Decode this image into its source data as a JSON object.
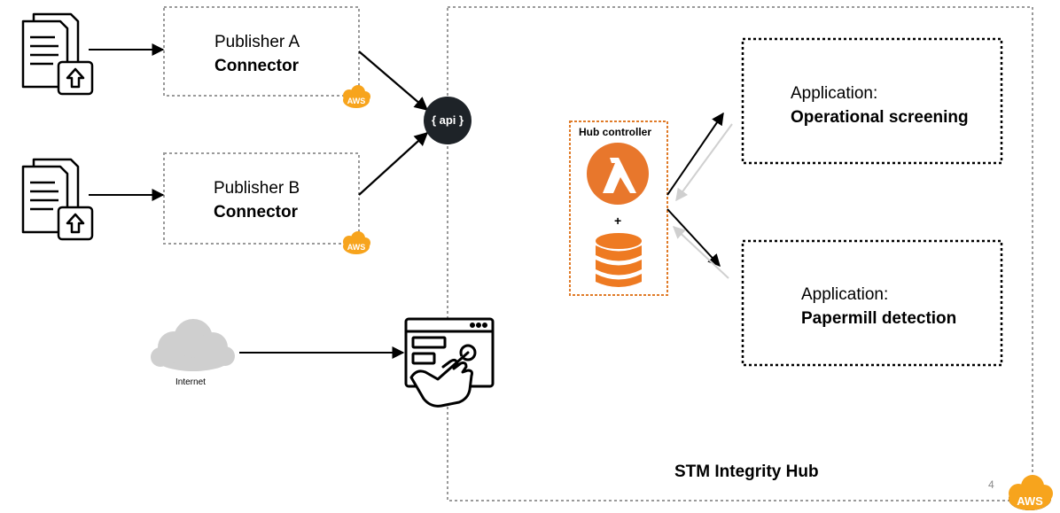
{
  "publishers": [
    {
      "line1": "Publisher A",
      "line2": "Connector",
      "badge": "AWS"
    },
    {
      "line1": "Publisher B",
      "line2": "Connector",
      "badge": "AWS"
    }
  ],
  "api": {
    "label": "{ api }"
  },
  "internet": {
    "label": "Internet"
  },
  "hub_controller": {
    "label": "Hub controller",
    "plus": "+"
  },
  "applications": [
    {
      "line1": "Application:",
      "line2": "Operational screening"
    },
    {
      "line1": "Application:",
      "line2": "Papermill detection"
    }
  ],
  "hub": {
    "title": "STM Integrity Hub",
    "badge": "AWS"
  },
  "page_number": "4",
  "colors": {
    "aws_orange": "#F7A41D",
    "lambda_orange": "#E8772C",
    "db_orange": "#EE7A22",
    "api_dark": "#1E2328"
  }
}
